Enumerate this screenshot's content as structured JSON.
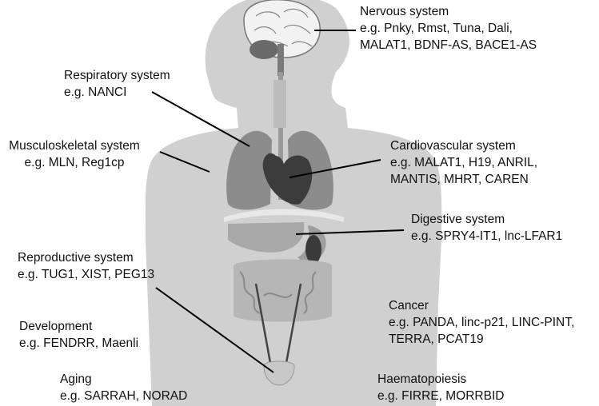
{
  "systems": [
    {
      "id": "nervous",
      "title": "Nervous system",
      "lines": [
        "e.g. Pnky, Rmst, Tuna, Dali,",
        "MALAT1, BDNF-AS, BACE1-AS"
      ]
    },
    {
      "id": "respiratory",
      "title": "Respiratory system",
      "lines": [
        "e.g. NANCI"
      ]
    },
    {
      "id": "musculoskeletal",
      "title": "Musculoskeletal system",
      "lines": [
        "e.g. MLN, Reg1cp"
      ]
    },
    {
      "id": "cardiovascular",
      "title": "Cardiovascular system",
      "lines": [
        "e.g. MALAT1, H19, ANRIL,",
        "MANTIS, MHRT, CAREN"
      ]
    },
    {
      "id": "digestive",
      "title": "Digestive system",
      "lines": [
        "e.g. SPRY4-IT1, lnc-LFAR1"
      ]
    },
    {
      "id": "reproductive",
      "title": "Reproductive system",
      "lines": [
        "e.g. TUG1, XIST, PEG13"
      ]
    },
    {
      "id": "cancer",
      "title": "Cancer",
      "lines": [
        "e.g. PANDA, linc-p21, LINC-PINT,",
        "TERRA, PCAT19"
      ]
    },
    {
      "id": "development",
      "title": "Development",
      "lines": [
        "e.g. FENDRR, Maenli"
      ]
    },
    {
      "id": "aging",
      "title": "Aging",
      "lines": [
        "e.g. SARRAH, NORAD"
      ]
    },
    {
      "id": "haematopoiesis",
      "title": "Haematopoiesis",
      "lines": [
        "e.g. FIRRE, MORRBID"
      ]
    }
  ]
}
